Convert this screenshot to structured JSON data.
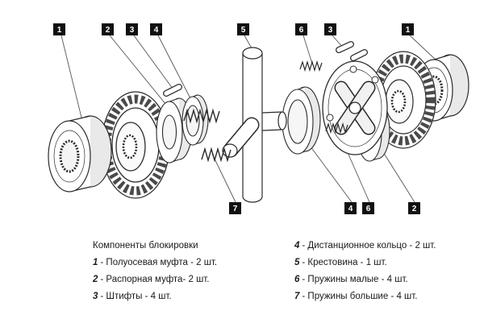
{
  "diagram": {
    "callouts": [
      "1",
      "2",
      "3",
      "4",
      "5",
      "6",
      "3",
      "1",
      "7",
      "4",
      "6",
      "2"
    ]
  },
  "legend": {
    "title": "Компоненты блокировки",
    "left": [
      {
        "num": "1",
        "text": "- Полуосевая муфта - 2 шт."
      },
      {
        "num": "2",
        "text": "- Распорная муфта- 2 шт."
      },
      {
        "num": "3",
        "text": "- Штифты - 4 шт."
      }
    ],
    "right": [
      {
        "num": "4",
        "text": "- Дистанционное кольцо - 2 шт."
      },
      {
        "num": "5",
        "text": "- Крестовина - 1 шт."
      },
      {
        "num": "6",
        "text": "- Пружины малые - 4 шт."
      },
      {
        "num": "7",
        "text": "- Пружины большие - 4 шт."
      }
    ]
  }
}
